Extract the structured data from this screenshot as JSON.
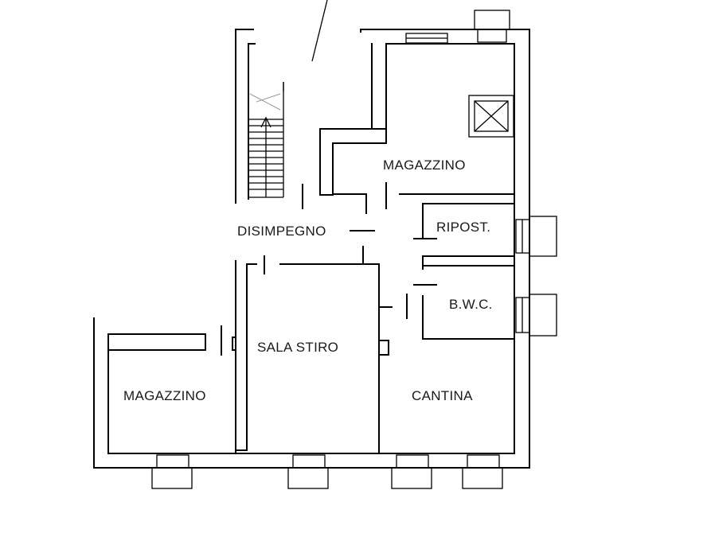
{
  "rooms": {
    "magazzino_upper": "MAGAZZINO",
    "disimpegno": "DISIMPEGNO",
    "ripostiglio": "RIPOST.",
    "bagno": "B.W.C.",
    "sala_stiro": "SALA STIRO",
    "magazzino_lower": "MAGAZZINO",
    "cantina": "CANTINA"
  }
}
